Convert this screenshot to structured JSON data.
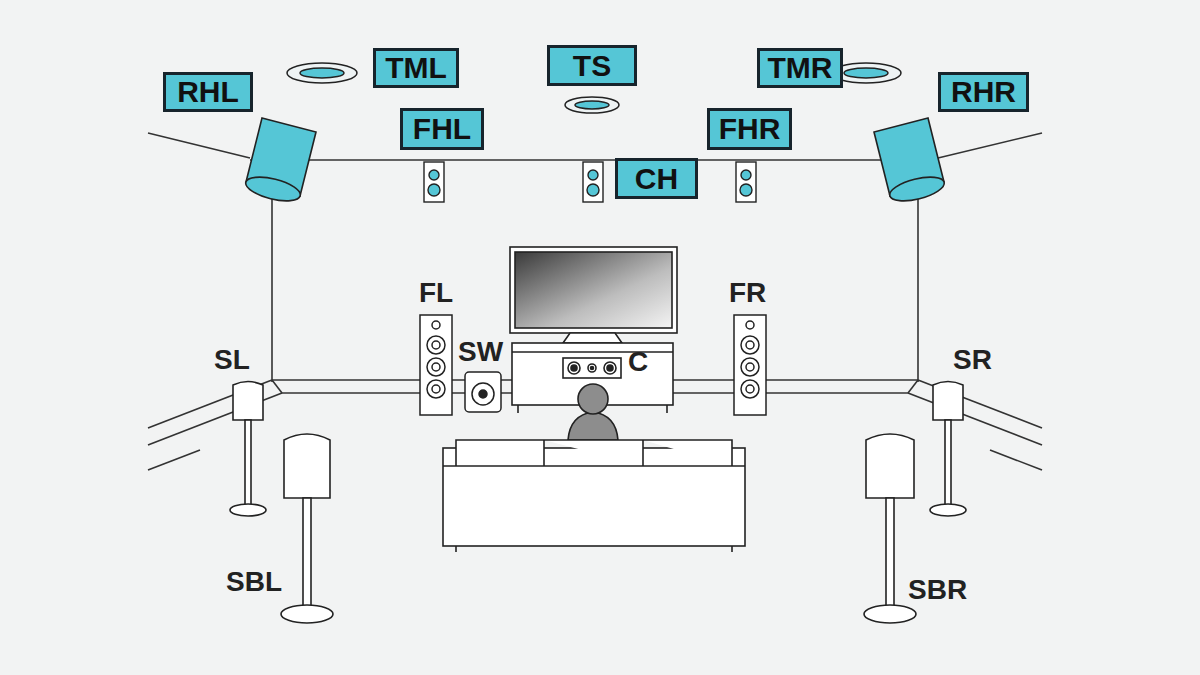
{
  "diagram": {
    "nodes": [
      {
        "text": [
          "RHL"
        ]
      },
      {
        "text": [
          "TML"
        ]
      },
      {
        "text": [
          "TS"
        ]
      },
      {
        "text": [
          "TMR"
        ]
      },
      {
        "text": [
          "RHR"
        ]
      },
      {
        "text": [
          "FHL"
        ]
      },
      {
        "text": [
          "FHR"
        ]
      },
      {
        "text": [
          "CH"
        ]
      }
    ],
    "labels": [
      "FL",
      "FR",
      "SW",
      "C",
      "SL",
      "SR",
      "SBL",
      "SBR"
    ]
  }
}
